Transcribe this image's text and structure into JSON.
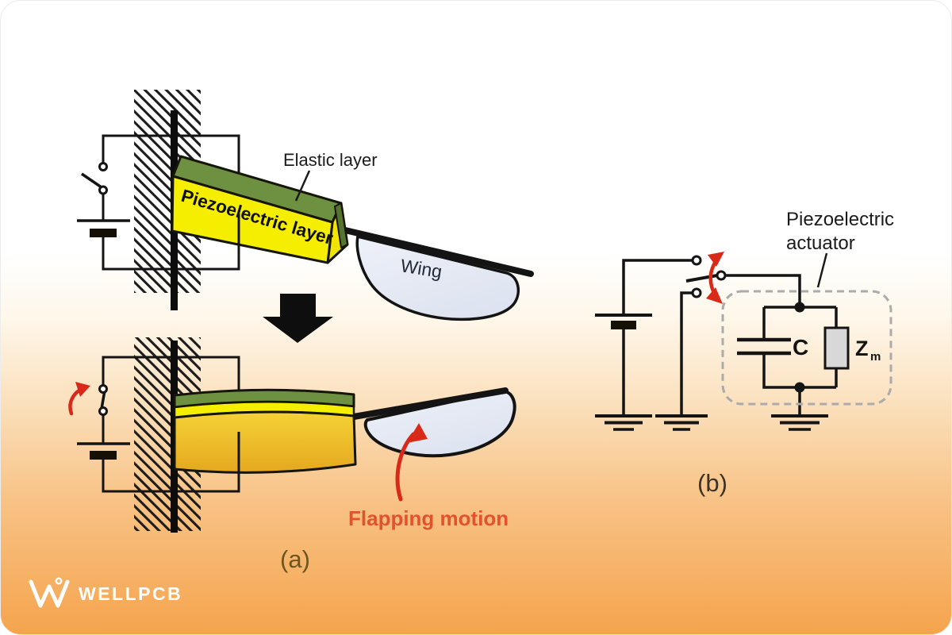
{
  "figure_a": {
    "caption": "(a)",
    "piezo_layer_label": "Piezoelectric layer",
    "elastic_layer_label": "Elastic layer",
    "wing_label": "Wing",
    "flapping_label": "Flapping motion"
  },
  "figure_b": {
    "caption": "(b)",
    "actuator_label_line1": "Piezoelectric",
    "actuator_label_line2": "actuator",
    "capacitance_label": "C",
    "impedance_label": "Z",
    "impedance_subscript": "m"
  },
  "branding": {
    "logo_text": "WELLPCB"
  },
  "colors": {
    "background_orange": "#f5a44d",
    "piezo_yellow": "#f6ee00",
    "elastic_green": "#6d9041",
    "bent_gold_top": "#f4d236",
    "bent_gold_bottom": "#e5a81f",
    "wing_fill": "#e6eaf4",
    "accent_red": "#d92918",
    "flapping_text_color": "#e2522e",
    "circuit_line": "#141414"
  }
}
